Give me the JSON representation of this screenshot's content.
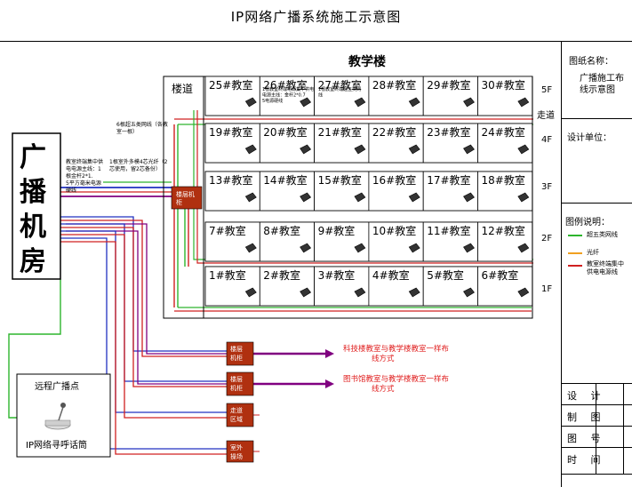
{
  "title": "IP网络广播系统施工示意图",
  "building": {
    "name": "教学楼",
    "corridor": "楼道",
    "walkway": "走道",
    "floors": [
      {
        "label": "5F",
        "rooms": [
          "25#教室",
          "26#教室",
          "27#教室",
          "28#教室",
          "29#教室",
          "30#教室"
        ]
      },
      {
        "label": "4F",
        "rooms": [
          "19#教室",
          "20#教室",
          "21#教室",
          "22#教室",
          "23#教室",
          "24#教室"
        ]
      },
      {
        "label": "3F",
        "rooms": [
          "13#教室",
          "14#教室",
          "15#教室",
          "16#教室",
          "17#教室",
          "18#教室"
        ]
      },
      {
        "label": "2F",
        "rooms": [
          "7#教室",
          "8#教室",
          "9#教室",
          "10#教室",
          "11#教室",
          "12#教室"
        ]
      },
      {
        "label": "1F",
        "rooms": [
          "1#教室",
          "2#教室",
          "3#教室",
          "4#教室",
          "5#教室",
          "6#教室"
        ]
      }
    ],
    "room26_note": "1根教室终端电源集中供电电源主线：金杆2*0.75电源硬线",
    "room27_note": "1根教室终端超五类网线",
    "floor_cabinet": "楼层机柜"
  },
  "control_room": "广播机房",
  "annotations": {
    "cat5": "6根超五类网线（各教室一根）",
    "power": "教室终端集中供电电源主线：1根金杆2*1.5平方毫米电源硬线",
    "fiber": "1根室外多模4芯光纤（2芯使用，留2芯备份）"
  },
  "destinations": [
    {
      "box": "楼层机柜",
      "text": "科技楼教室与教学楼教室一样布线方式"
    },
    {
      "box": "楼层机柜",
      "text": "图书馆教室与教学楼教室一样布线方式"
    },
    {
      "box": "走道区域",
      "text": ""
    },
    {
      "box": "室外操场",
      "text": ""
    }
  ],
  "remote": {
    "title": "远程广播点",
    "device": "IP网络寻呼话筒"
  },
  "panel": {
    "drawing_name_label": "图纸名称：",
    "drawing_name": "广播施工布线示意图",
    "design_unit_label": "设计单位：",
    "legend_label": "图例说明：",
    "legend": [
      {
        "text": "超五类网线",
        "color": "#2db52d"
      },
      {
        "text": "光纤",
        "color": "#f0a020"
      },
      {
        "text": "教室终端集中供电电源线",
        "color": "#d02020"
      }
    ],
    "table": [
      "设  计",
      "制  图",
      "图  号",
      "时  间"
    ]
  },
  "colors": {
    "cat5": "#2db52d",
    "fiber": "#f0a020",
    "power": "#d02020",
    "blue": "#2030c0",
    "purple": "#800080",
    "cabinet": "#b03010",
    "highlight": "#e02020"
  }
}
